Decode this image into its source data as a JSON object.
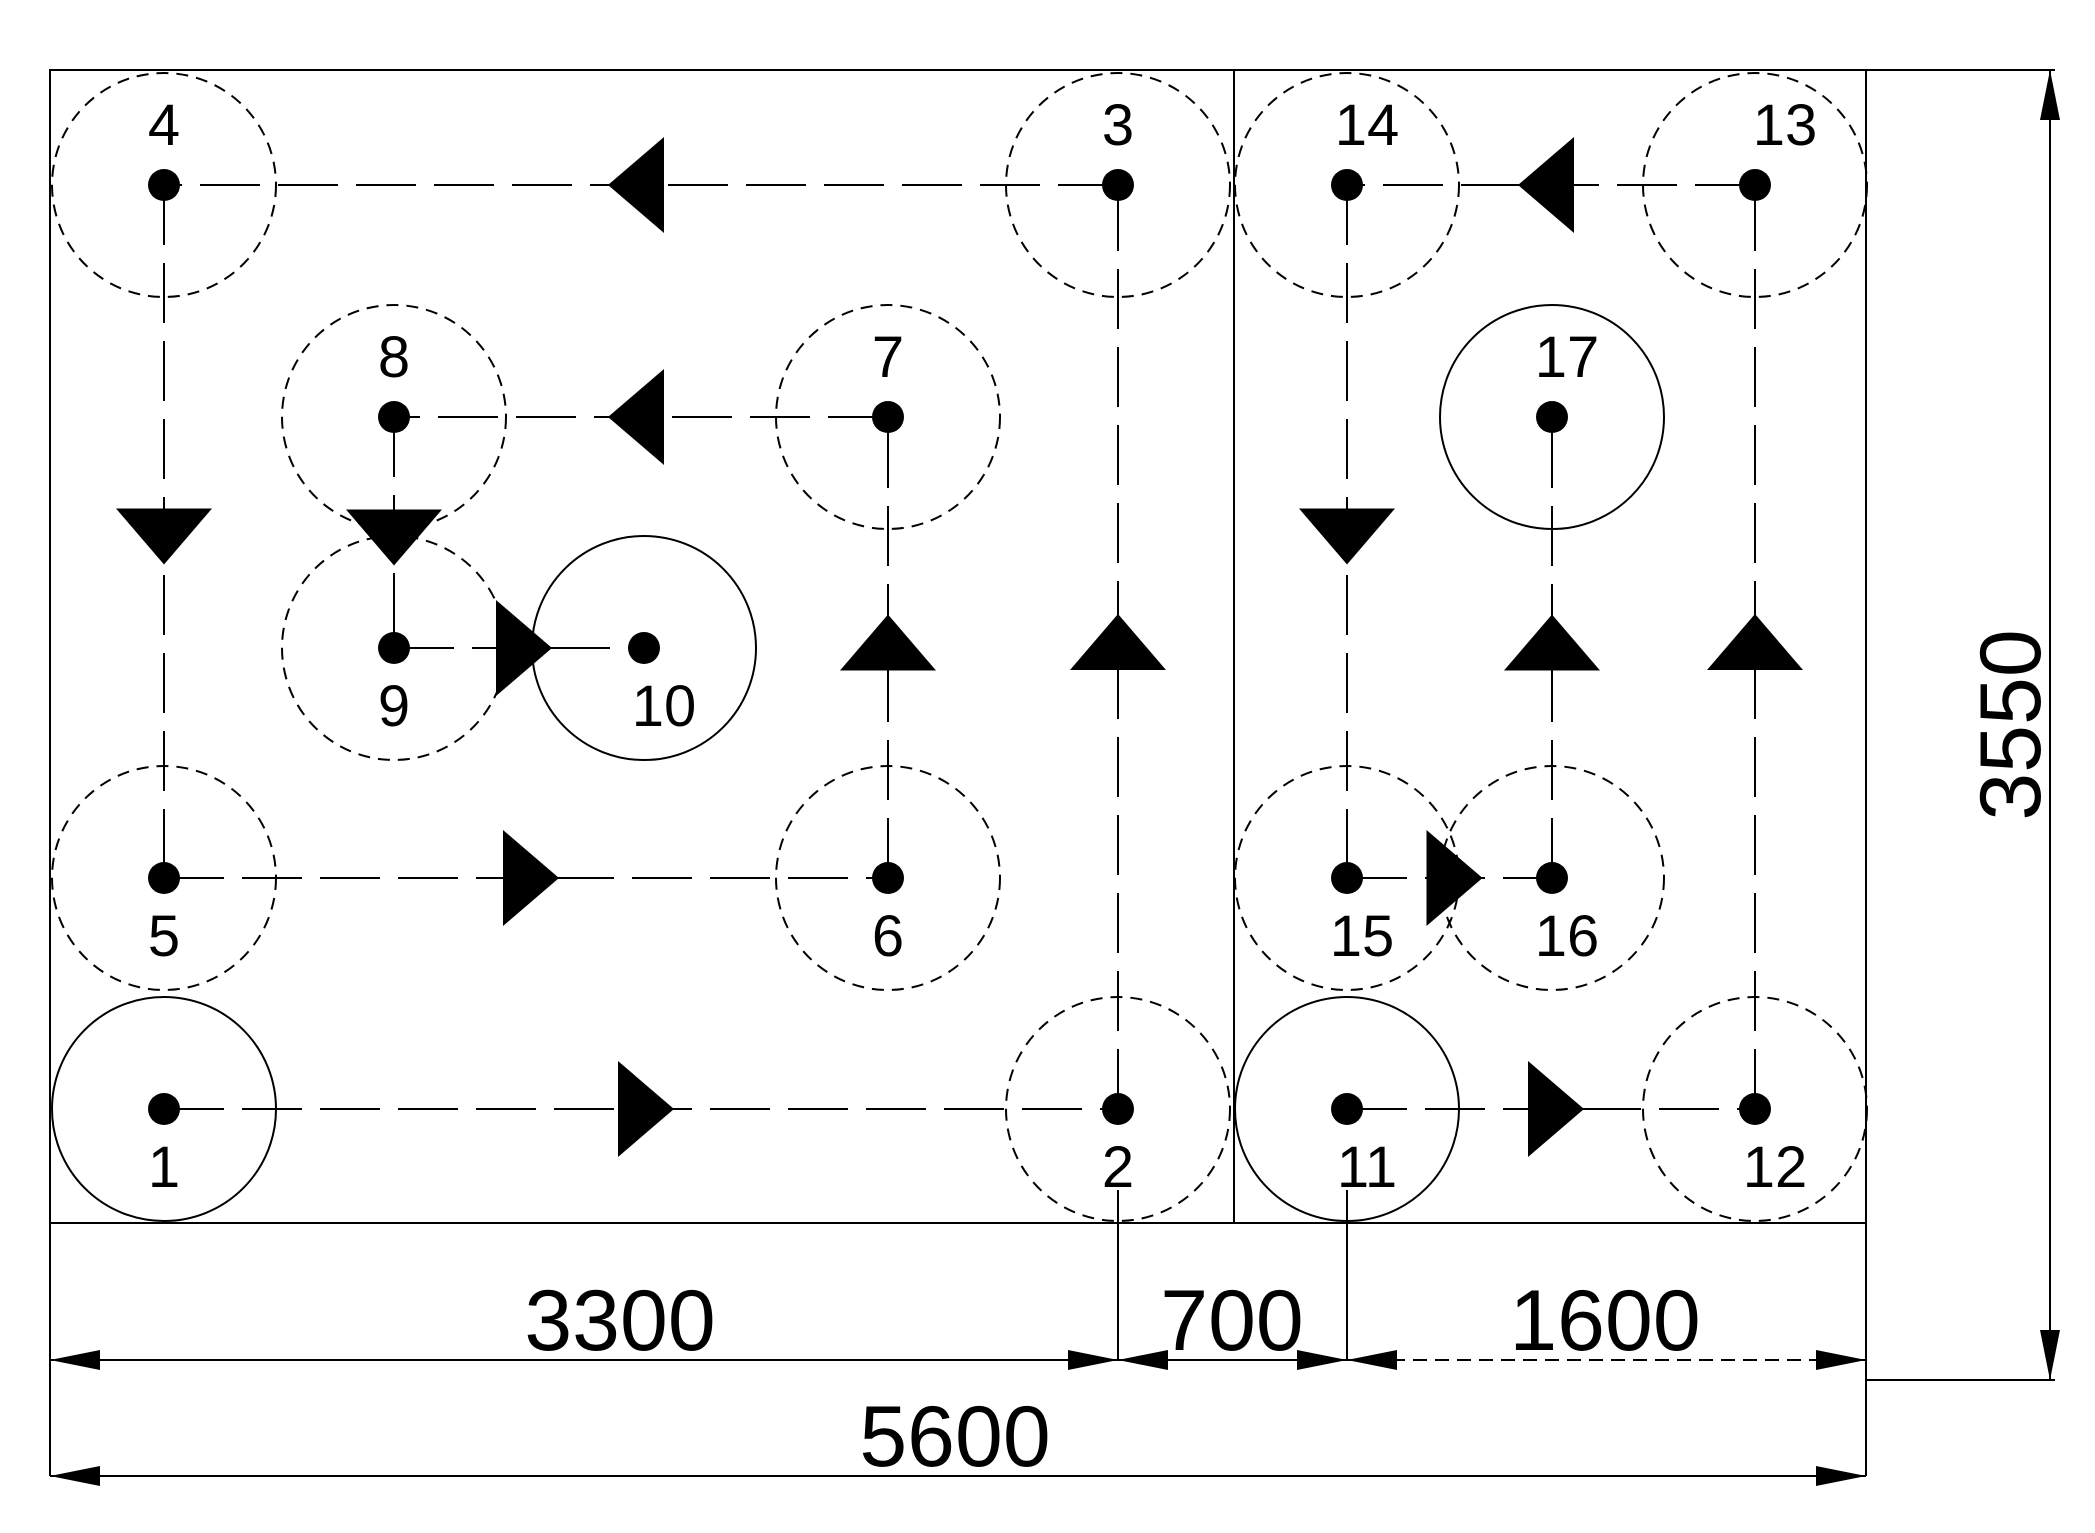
{
  "nodes": [
    {
      "id": "1",
      "label": "1",
      "ring": "solid"
    },
    {
      "id": "2",
      "label": "2",
      "ring": "dashed"
    },
    {
      "id": "3",
      "label": "3",
      "ring": "dashed"
    },
    {
      "id": "4",
      "label": "4",
      "ring": "dashed"
    },
    {
      "id": "5",
      "label": "5",
      "ring": "dashed"
    },
    {
      "id": "6",
      "label": "6",
      "ring": "dashed"
    },
    {
      "id": "7",
      "label": "7",
      "ring": "dashed"
    },
    {
      "id": "8",
      "label": "8",
      "ring": "dashed"
    },
    {
      "id": "9",
      "label": "9",
      "ring": "dashed"
    },
    {
      "id": "10",
      "label": "10",
      "ring": "solid"
    },
    {
      "id": "11",
      "label": "11",
      "ring": "solid"
    },
    {
      "id": "12",
      "label": "12",
      "ring": "dashed"
    },
    {
      "id": "13",
      "label": "13",
      "ring": "dashed"
    },
    {
      "id": "14",
      "label": "14",
      "ring": "dashed"
    },
    {
      "id": "15",
      "label": "15",
      "ring": "dashed"
    },
    {
      "id": "16",
      "label": "16",
      "ring": "dashed"
    },
    {
      "id": "17",
      "label": "17",
      "ring": "solid"
    }
  ],
  "edges": [
    {
      "from": "1",
      "to": "2"
    },
    {
      "from": "3",
      "to": "4"
    },
    {
      "from": "4",
      "to": "5"
    },
    {
      "from": "5",
      "to": "6"
    },
    {
      "from": "6",
      "to": "7"
    },
    {
      "from": "7",
      "to": "8"
    },
    {
      "from": "8",
      "to": "9"
    },
    {
      "from": "9",
      "to": "10"
    },
    {
      "from": "2",
      "to": "3"
    },
    {
      "from": "11",
      "to": "12"
    },
    {
      "from": "12",
      "to": "13"
    },
    {
      "from": "13",
      "to": "14"
    },
    {
      "from": "14",
      "to": "15"
    },
    {
      "from": "15",
      "to": "16"
    },
    {
      "from": "16",
      "to": "17"
    }
  ],
  "dimensions": {
    "seg_a": "3300",
    "seg_b": "700",
    "seg_c": "1600",
    "total_width": "5600",
    "total_height": "3550"
  }
}
